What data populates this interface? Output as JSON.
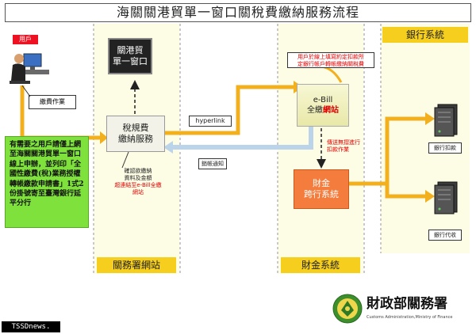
{
  "title": "海關關港貿單一窗口關稅費繳納服務流程",
  "bank_system_label": "銀行系統",
  "customs_site_label": "關務署網站",
  "finance_system_label": "財金系統",
  "user": {
    "label": "用戶",
    "work_label": "繳費作業"
  },
  "single_window": {
    "line1": "關港貿",
    "line2": "單一窗口"
  },
  "tax_service": {
    "line1": "稅規費",
    "line2": "繳納服務"
  },
  "confirm_note": {
    "line1": "確認欲繳納",
    "line2": "資料及金額",
    "line3": "超連結至e-Bill全繳",
    "line4": "網站"
  },
  "hyperlink_label": "hyperlink",
  "sales_notice_label": "銷帳通知",
  "ebill": {
    "line1": "e-Bill",
    "line2_black": "全繳",
    "line2_red": "網",
    "line3": "站"
  },
  "ebill_note": {
    "line1": "用戶於線上填寫約定扣款所",
    "line2": "定銀行帳戶轉帳繳納關稅費"
  },
  "finance_note": {
    "line1": "傳送無摺進行",
    "line2": "扣款作業"
  },
  "finance": {
    "line1": "財金",
    "line2": "跨行系統"
  },
  "bank_debit_label": "銀行扣款",
  "bank_collect_label": "銀行代收",
  "green_notice": "有需要之用戶請僅上網至海關關港貿單一窗口線上申辦，並列印「全國性繳費(稅)業務授權轉帳繳款申請書」1式2份掛號寄至臺灣銀行延平分行",
  "org_name": "財政部關務署",
  "org_english": "Customs Administration,Ministry of Finance",
  "watermark": "TSSDnews."
}
